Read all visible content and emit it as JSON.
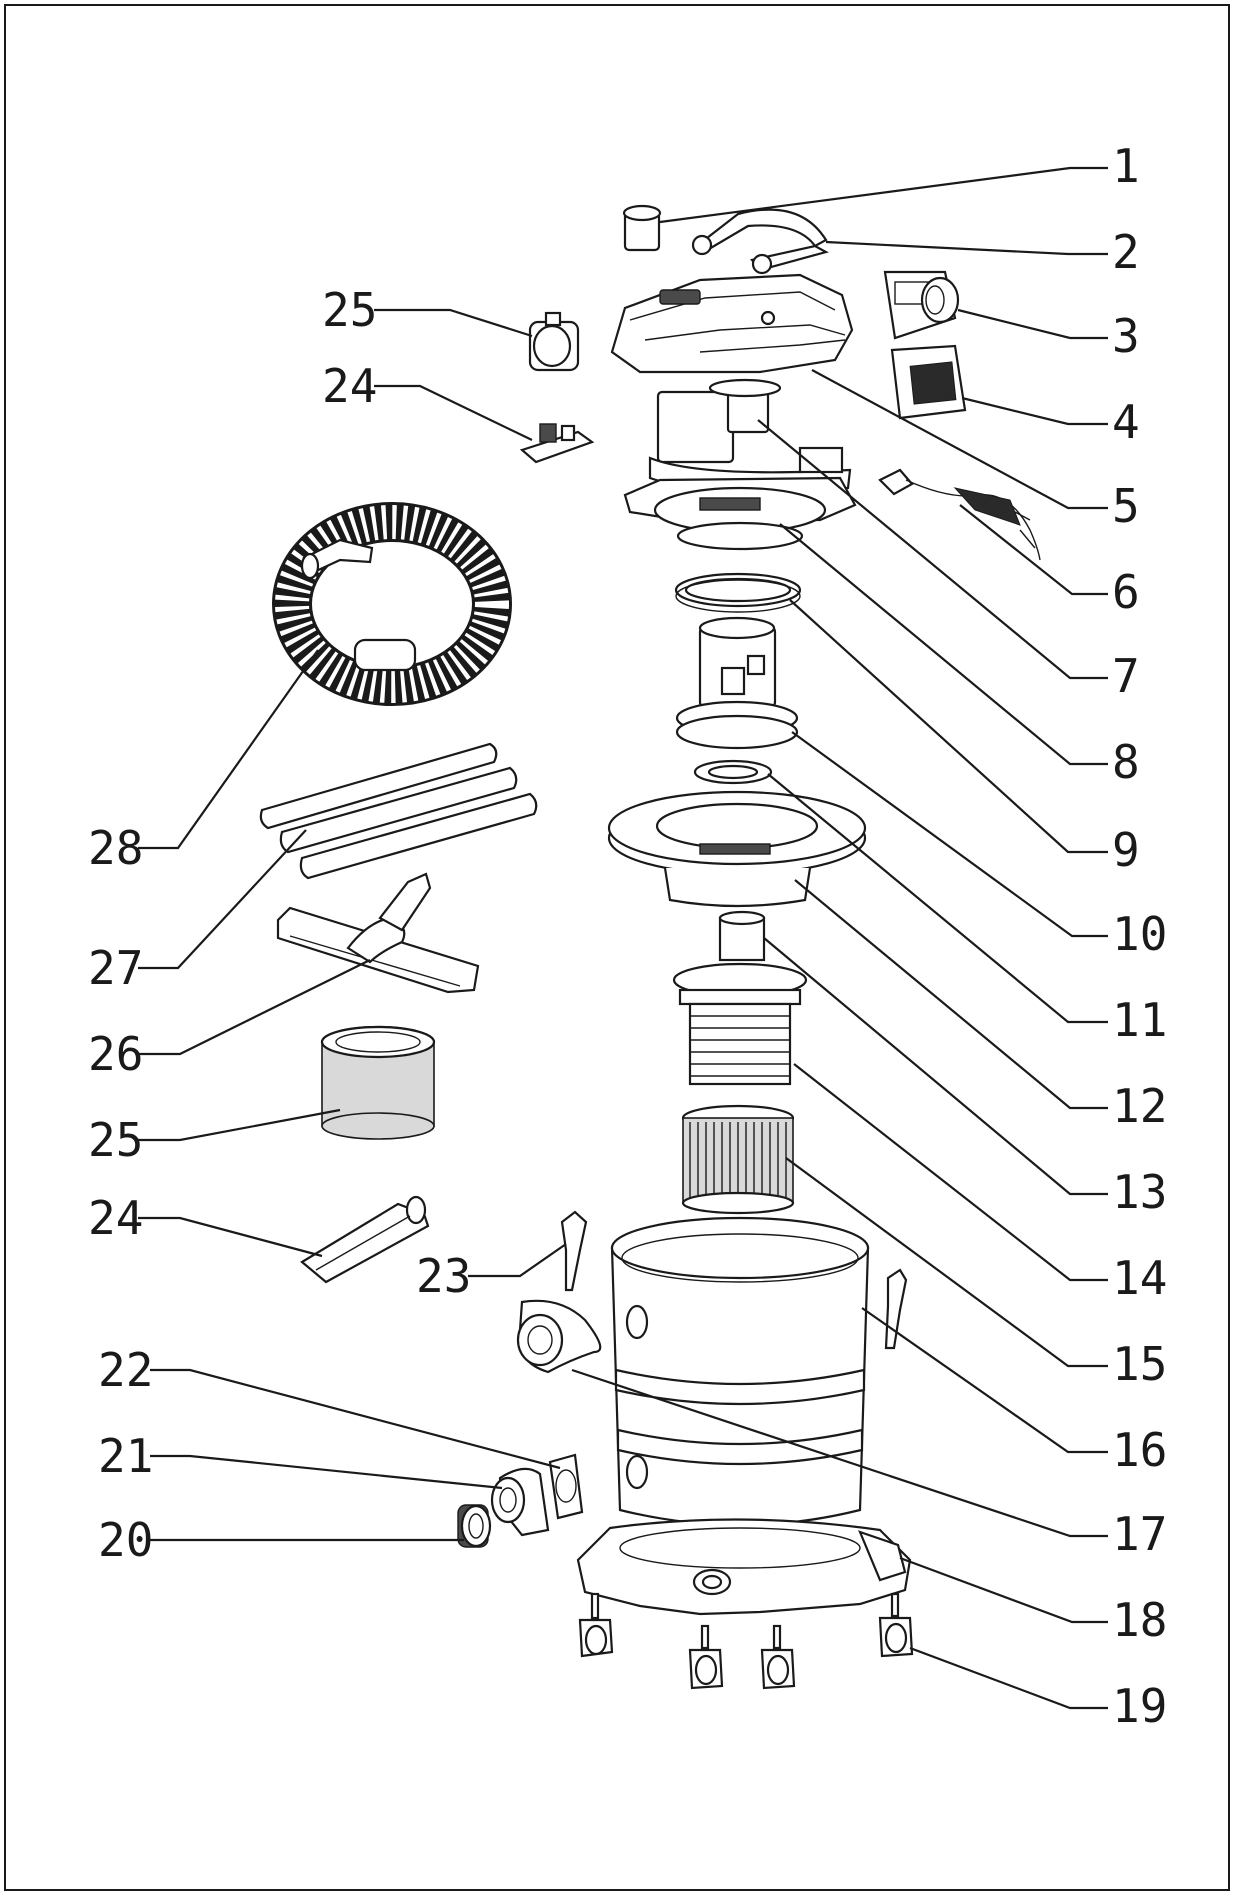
{
  "diagram": {
    "callouts_right": [
      "1",
      "2",
      "3",
      "4",
      "5",
      "6",
      "7",
      "8",
      "9",
      "10",
      "11",
      "12",
      "13",
      "14",
      "15",
      "16",
      "17",
      "18",
      "19"
    ],
    "callouts_left": [
      "25",
      "24",
      "28",
      "27",
      "26",
      "25",
      "24",
      "23",
      "22",
      "21",
      "20"
    ]
  },
  "parts": [
    {
      "id": "knob",
      "icon": "knob-icon"
    },
    {
      "id": "handle",
      "icon": "handle-icon"
    },
    {
      "id": "switch-plate",
      "icon": "switch-icon"
    },
    {
      "id": "vent-cover",
      "icon": "vent-cover-icon"
    },
    {
      "id": "motor-head-cover",
      "icon": "head-cover-icon"
    },
    {
      "id": "power-cord",
      "icon": "power-cord-icon"
    },
    {
      "id": "motor-housing",
      "icon": "motor-housing-icon"
    },
    {
      "id": "housing-base",
      "icon": "housing-base-icon"
    },
    {
      "id": "gasket-ring",
      "icon": "gasket-icon"
    },
    {
      "id": "motor",
      "icon": "motor-icon"
    },
    {
      "id": "seal-ring",
      "icon": "seal-icon"
    },
    {
      "id": "motor-plate",
      "icon": "motor-plate-icon"
    },
    {
      "id": "float",
      "icon": "float-icon"
    },
    {
      "id": "filter-cage",
      "icon": "filter-cage-icon"
    },
    {
      "id": "cartridge-filter",
      "icon": "cartridge-filter-icon"
    },
    {
      "id": "tank",
      "icon": "tank-icon"
    },
    {
      "id": "inlet-port",
      "icon": "inlet-icon"
    },
    {
      "id": "base",
      "icon": "base-icon"
    },
    {
      "id": "caster",
      "icon": "caster-icon"
    },
    {
      "id": "hose-nut",
      "icon": "hose-nut-icon"
    },
    {
      "id": "elbow-inlet",
      "icon": "elbow-icon"
    },
    {
      "id": "inlet-gasket",
      "icon": "inlet-gasket-icon"
    },
    {
      "id": "clip",
      "icon": "clip-icon"
    },
    {
      "id": "crevice-tool",
      "icon": "crevice-tool-icon"
    },
    {
      "id": "foam-filter",
      "icon": "foam-filter-icon"
    },
    {
      "id": "floor-nozzle",
      "icon": "floor-nozzle-icon"
    },
    {
      "id": "extension-tubes",
      "icon": "tubes-icon"
    },
    {
      "id": "hose",
      "icon": "hose-icon"
    },
    {
      "id": "socket",
      "icon": "socket-icon"
    },
    {
      "id": "circuit-board",
      "icon": "circuit-board-icon"
    }
  ]
}
